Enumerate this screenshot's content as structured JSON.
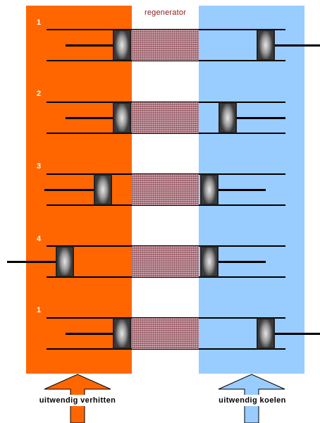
{
  "regenerator_label": "regenerator",
  "steps": [
    {
      "label": "1"
    },
    {
      "label": "2"
    },
    {
      "label": "3"
    },
    {
      "label": "4"
    },
    {
      "label": "1"
    }
  ],
  "heat_in_label": "uitwendig verhitten",
  "cool_out_label": "uitwendig koelen",
  "colors": {
    "hot": "#ff6600",
    "cold": "#99ccff",
    "regenerator": "#b07a84",
    "title": "#8B1A1A"
  }
}
